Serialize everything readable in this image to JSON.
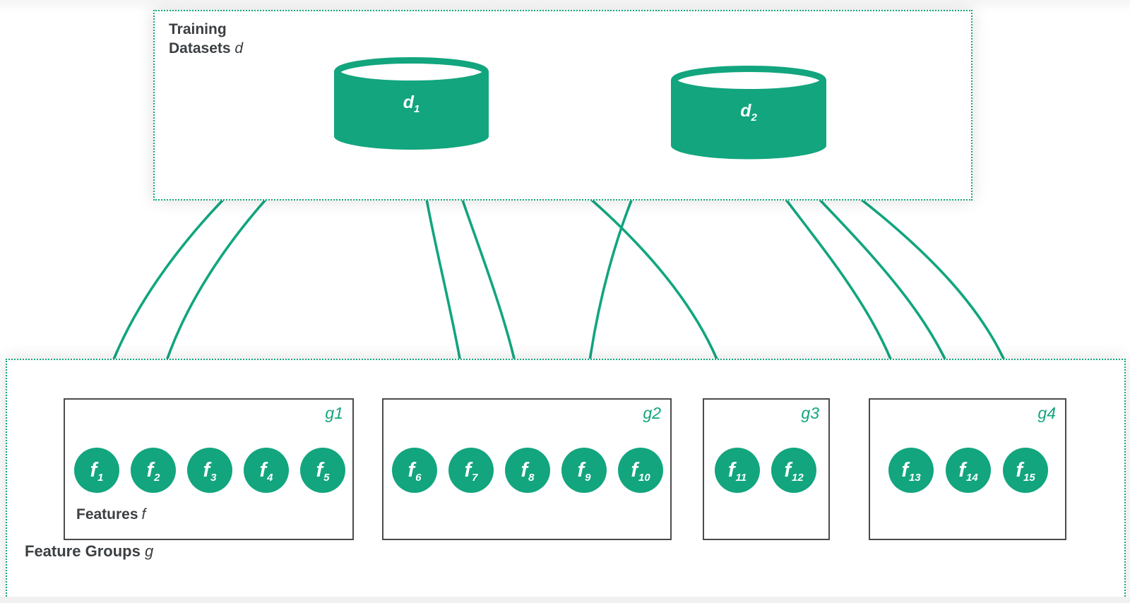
{
  "colors": {
    "green": "#12a57e",
    "text": "#3c4043",
    "box_border": "#4b4b4b"
  },
  "training": {
    "label_line1": "Training",
    "label_line2": "Datasets",
    "label_var": "d",
    "datasets": [
      {
        "id": "d1",
        "label": "d",
        "sub": "1"
      },
      {
        "id": "d2",
        "label": "d",
        "sub": "2"
      }
    ]
  },
  "feature_groups": {
    "label": "Feature Groups",
    "label_var": "g",
    "features_caption": "Features",
    "features_caption_var": "f",
    "groups": [
      {
        "id": "g1",
        "label": "g1",
        "features": [
          {
            "id": "f1",
            "label": "f",
            "sub": "1"
          },
          {
            "id": "f2",
            "label": "f",
            "sub": "2"
          },
          {
            "id": "f3",
            "label": "f",
            "sub": "3"
          },
          {
            "id": "f4",
            "label": "f",
            "sub": "4"
          },
          {
            "id": "f5",
            "label": "f",
            "sub": "5"
          }
        ]
      },
      {
        "id": "g2",
        "label": "g2",
        "features": [
          {
            "id": "f6",
            "label": "f",
            "sub": "6"
          },
          {
            "id": "f7",
            "label": "f",
            "sub": "7"
          },
          {
            "id": "f8",
            "label": "f",
            "sub": "8"
          },
          {
            "id": "f9",
            "label": "f",
            "sub": "9"
          },
          {
            "id": "f10",
            "label": "f",
            "sub": "10"
          }
        ]
      },
      {
        "id": "g3",
        "label": "g3",
        "features": [
          {
            "id": "f11",
            "label": "f",
            "sub": "11"
          },
          {
            "id": "f12",
            "label": "f",
            "sub": "12"
          }
        ]
      },
      {
        "id": "g4",
        "label": "g4",
        "features": [
          {
            "id": "f13",
            "label": "f",
            "sub": "13"
          },
          {
            "id": "f14",
            "label": "f",
            "sub": "14"
          },
          {
            "id": "f15",
            "label": "f",
            "sub": "15"
          }
        ]
      }
    ]
  },
  "edges": [
    {
      "from": "d1",
      "to": "f1"
    },
    {
      "from": "d1",
      "to": "f2"
    },
    {
      "from": "d1",
      "to": "f7"
    },
    {
      "from": "d1",
      "to": "f8"
    },
    {
      "from": "d1",
      "to": "f11"
    },
    {
      "from": "d2",
      "to": "f9"
    },
    {
      "from": "d2",
      "to": "f13"
    },
    {
      "from": "d2",
      "to": "f14"
    },
    {
      "from": "d2",
      "to": "f15"
    }
  ]
}
